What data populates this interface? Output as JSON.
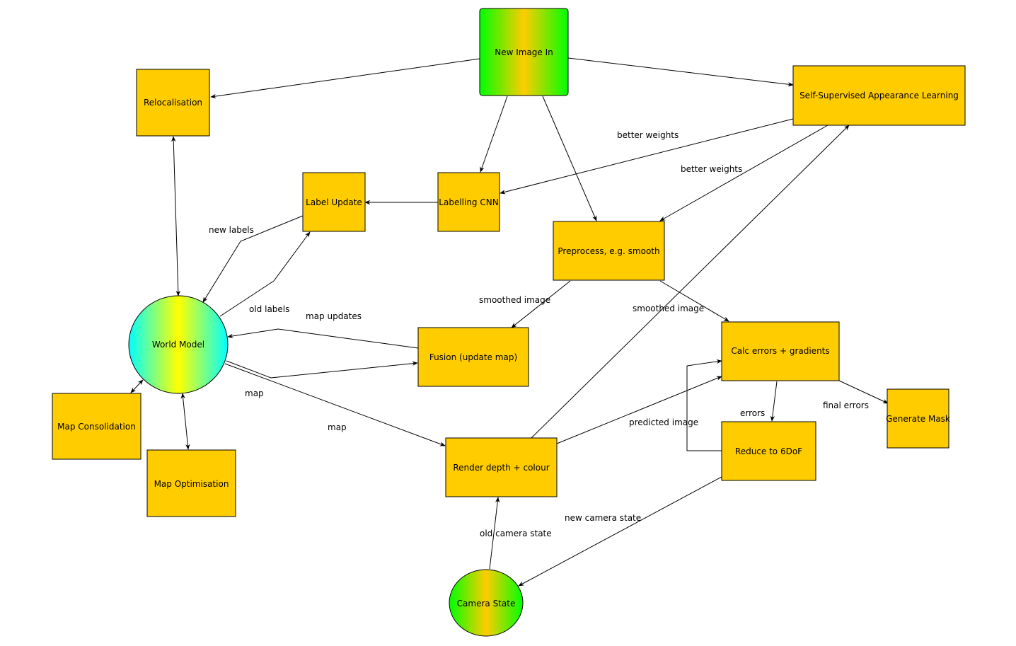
{
  "colors": {
    "box_fill": "#ffcc00",
    "gradient_green": "#00ff00",
    "gradient_yellow": "#ffff00",
    "gradient_cyan": "#00ffff",
    "gradient_orange": "#ffcc00",
    "stroke": "#000000"
  },
  "nodes": {
    "new_image_in": "New Image In",
    "relocalisation": "Relocalisation",
    "self_supervised": "Self-Supervised Appearance Learning",
    "label_update": "Label Update",
    "labelling_cnn": "Labelling CNN",
    "preprocess": "Preprocess, e.g. smooth",
    "world_model": "World Model",
    "fusion": "Fusion (update map)",
    "calc_errors": "Calc errors + gradients",
    "map_consolidation": "Map Consolidation",
    "map_optimisation": "Map Optimisation",
    "render": "Render depth + colour",
    "reduce": "Reduce to 6DoF",
    "generate_mask": "Generate Mask",
    "camera_state": "Camera State"
  },
  "edge_labels": {
    "better_weights_1": "better weights",
    "better_weights_2": "better weights",
    "new_labels": "new labels",
    "old_labels": "old labels",
    "map_updates": "map updates",
    "smoothed_image_1": "smoothed image",
    "smoothed_image_2": "smoothed image",
    "map_1": "map",
    "map_2": "map",
    "errors": "errors",
    "final_errors": "final errors",
    "predicted_image": "predicted image",
    "new_camera_state": "new camera state",
    "old_camera_state": "old camera state"
  }
}
